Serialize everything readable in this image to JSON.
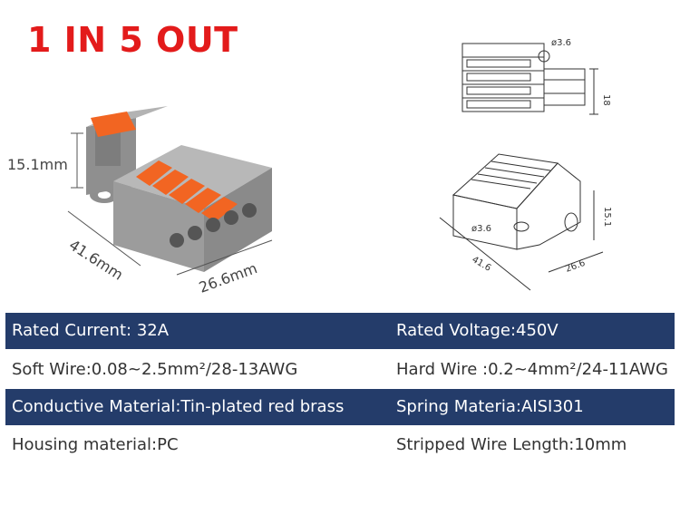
{
  "title": "1 IN 5 OUT",
  "product_dims": {
    "height": "15.1mm",
    "length": "41.6mm",
    "width": "26.6mm"
  },
  "drawing_labels": {
    "hole_top": "ø3.6",
    "height_top": "18",
    "hole_iso": "ø3.6",
    "height_iso": "15.1",
    "length_iso": "41.6",
    "width_iso": "26.6"
  },
  "specs": [
    {
      "left": "Rated Current: 32A",
      "right": "Rated Voltage:450V",
      "style": "dark"
    },
    {
      "left": "Soft Wire:0.08~2.5mm²/28-13AWG",
      "right": "Hard Wire :0.2~4mm²/24-11AWG",
      "style": "light"
    },
    {
      "left": "Conductive Material:Tin-plated red brass",
      "right": "Spring Materia:AISI301",
      "style": "dark"
    },
    {
      "left": "Housing material:PC",
      "right": "Stripped Wire Length:10mm",
      "style": "light"
    }
  ],
  "colors": {
    "title": "#e31b1b",
    "header_bar": "#243c6a",
    "housing": "#9a9a9a",
    "lever": "#f26522"
  }
}
